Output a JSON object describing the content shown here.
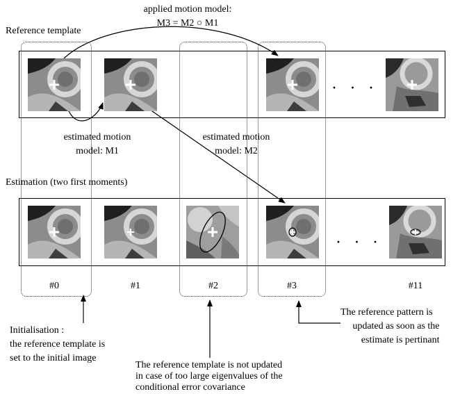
{
  "top_caption": {
    "line1": "applied motion model:",
    "line2": "M3 = M2 ○ M1"
  },
  "reference_template_label": "Reference template",
  "estimation_label": "Estimation (two first moments)",
  "m1_label": {
    "line1": "estimated motion",
    "line2": "model: M1"
  },
  "m2_label": {
    "line1": "estimated motion",
    "line2": "model: M2"
  },
  "ellipsis": "· · ·",
  "frame_labels": [
    "#0",
    "#1",
    "#2",
    "#3",
    "#11"
  ],
  "notes": {
    "init": {
      "line1": "Initialisation :",
      "line2": "the reference template is",
      "line3": "set to the initial image"
    },
    "not_updated": {
      "line1": "The reference template is not updated",
      "line2": "in case of too large eigenvalues of the",
      "line3": "conditional error covariance"
    },
    "updated": {
      "line1": "The reference pattern is",
      "line2": "updated as soon as the",
      "line3": "estimate is pertinant"
    }
  },
  "icons": {
    "image_patch": "grayscale-medical-image-patch",
    "cross_marker": "white-cross-marker",
    "covariance_ellipse": "ellipse-outline"
  }
}
